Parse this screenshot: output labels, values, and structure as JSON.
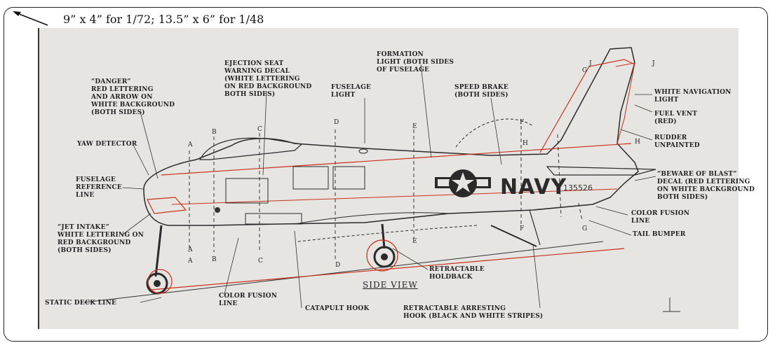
{
  "header": {
    "scale_note": "9” x 4” for 1/72; 13.5” x 6” for 1/48"
  },
  "diagram": {
    "title": "SIDE VIEW",
    "fuselage_text": "NAVY",
    "serial_number": "135526",
    "labels": {
      "danger": "“DANGER”\nRED LETTERING\nAND ARROW ON\nWHITE BACKGROUND\n(BOTH SIDES)",
      "yaw_detector": "YAW DETECTOR",
      "fuselage_ref_line": "FUSELAGE\nREFERENCE\nLINE",
      "jet_intake": "“JET INTAKE”\nWHITE LETTERING ON\nRED BACKGROUND\n(BOTH SIDES)",
      "static_deck_line": "STATIC DECK LINE",
      "ejection_seat": "EJECTION SEAT\nWARNING DECAL\n(WHITE LETTERING\nON RED BACKGROUND\nBOTH SIDES)",
      "fuselage_light": "FUSELAGE\nLIGHT",
      "formation_light": "FORMATION\nLIGHT (BOTH SIDES\nOF FUSELAGE",
      "speed_brake": "SPEED BRAKE\n(BOTH SIDES)",
      "white_nav_light": "WHITE NAVIGATION\nLIGHT",
      "fuel_vent": "FUEL VENT\n(RED)",
      "rudder": "RUDDER\nUNPAINTED",
      "beware_blast": "“BEWARE OF BLAST”\nDECAL (RED LETTERING\nON WHITE BACKGROUND\nBOTH SIDES)",
      "color_fusion_line_right": "COLOR FUSION\nLINE",
      "tail_bumper": "TAIL BUMPER",
      "retractable_holdback": "RETRACTABLE\nHOLDBACK",
      "color_fusion_line_bottom": "COLOR FUSION\nLINE",
      "catapult_hook": "CATAPULT HOOK",
      "arresting_hook": "RETRACTABLE ARRESTING\nHOOK (BLACK AND WHITE STRIPES)"
    },
    "section_letters": [
      "A",
      "B",
      "C",
      "D",
      "E",
      "F",
      "G",
      "H",
      "J"
    ],
    "colors": {
      "red_lines": "#c8321e",
      "paper": "#e6e5e1",
      "ink": "#222222"
    }
  }
}
